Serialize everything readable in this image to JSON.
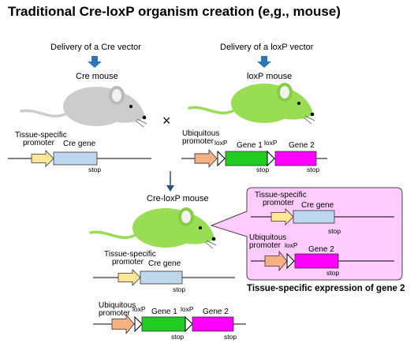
{
  "title": "Traditional Cre-loxP organism creation (e,g., mouse)",
  "cre_delivery": "Delivery of a Cre vector",
  "loxp_delivery": "Delivery of a loxP vector",
  "cre_mouse": "Cre mouse",
  "loxp_mouse": "loxP mouse",
  "cross_symbol": "×",
  "creloxp_mouse": "Cre-loxP mouse",
  "tissue_specific_1": "Tissue-specific",
  "promoter": "promoter",
  "ubiquitous": "Ubiquitous",
  "cre_gene": "Cre gene",
  "gene1": "Gene 1",
  "gene2": "Gene 2",
  "loxp": "loxP",
  "stop": "stop",
  "expression_caption": "Tissue-specific expression of gene 2",
  "colors": {
    "gray_mouse": "#cccccc",
    "green_mouse": "#99dd55",
    "promoter_yellow": "#ffe699",
    "promoter_orange": "#f4b183",
    "cre_blue": "#bdd7ee",
    "gene1_green": "#22cc22",
    "gene2_magenta": "#ff00ff",
    "callout_pink": "#ffccff",
    "arrow_blue": "#2e75b6"
  }
}
